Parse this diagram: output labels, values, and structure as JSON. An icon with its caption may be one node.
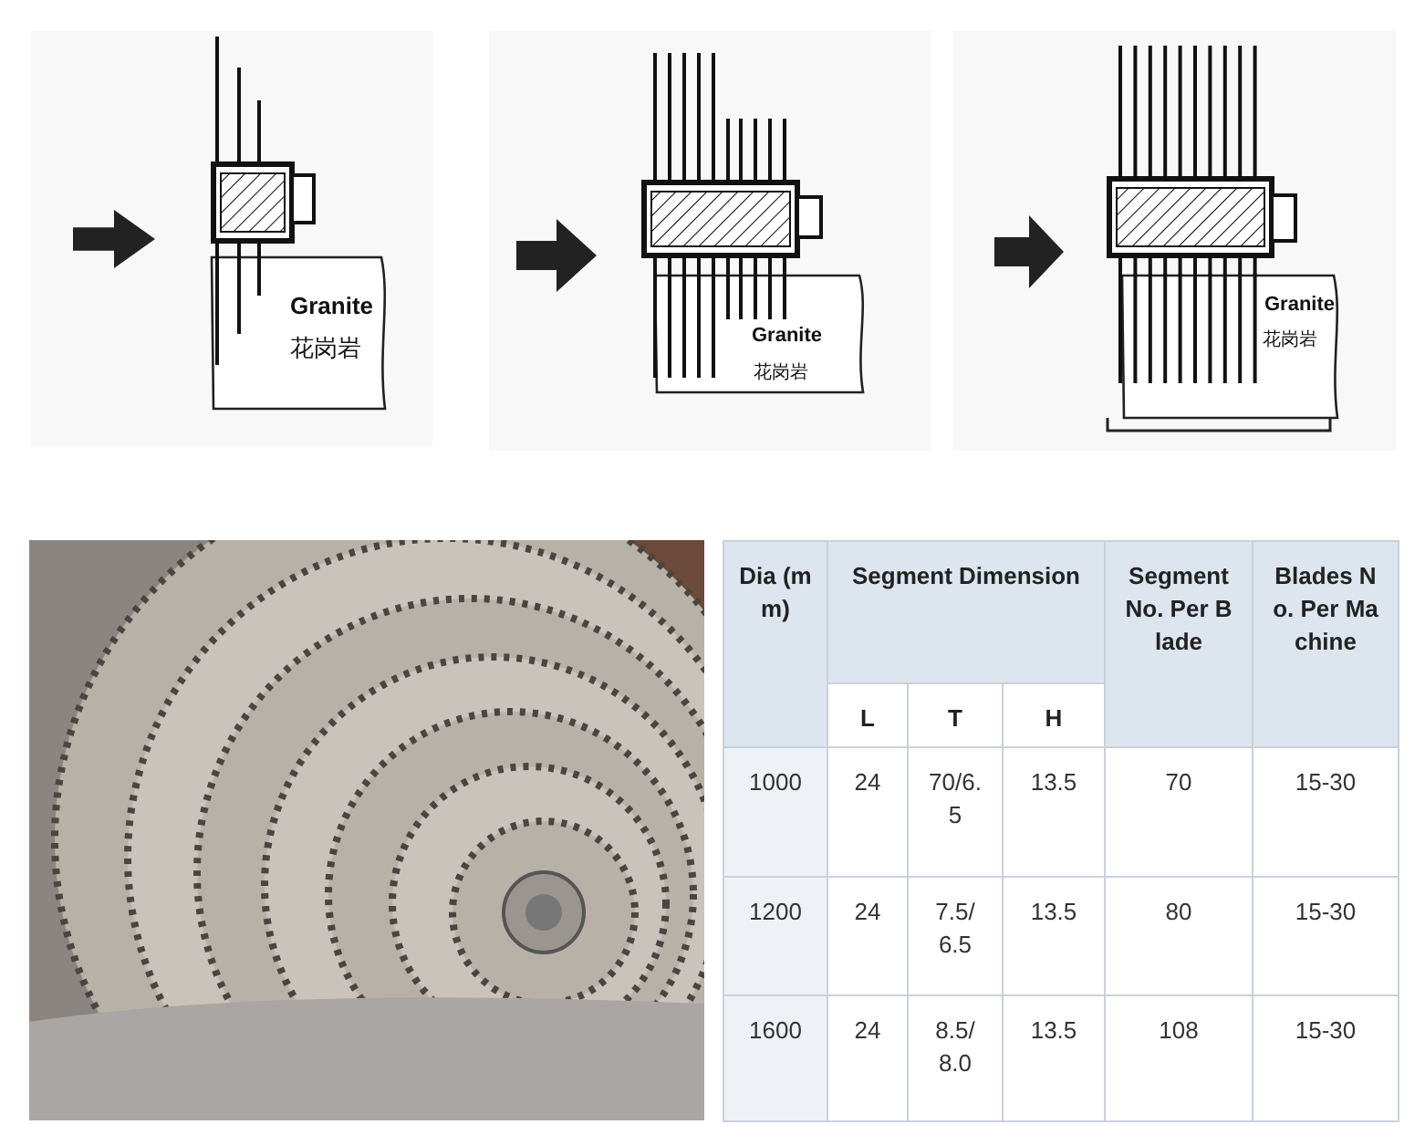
{
  "diagram": {
    "nodes": [
      {
        "text": [
          "Granite",
          "花岗岩"
        ]
      },
      {
        "text": [
          "Granite",
          "花岗岩"
        ]
      },
      {
        "text": [
          "Granite",
          "花岗岩"
        ]
      }
    ],
    "edges": [],
    "labels": [
      "Dia (mm)",
      "Segment Dimension",
      "Segment No. Per Blade",
      "Blades No. Per Machine",
      "L",
      "T",
      "H",
      "1000",
      "24",
      "70/6.5",
      "13.5",
      "70",
      "15-30",
      "1200",
      "24",
      "7.5/6.5",
      "13.5",
      "80",
      "15-30",
      "1600",
      "24",
      "8.5/8.0",
      "13.5",
      "108",
      "15-30"
    ]
  }
}
